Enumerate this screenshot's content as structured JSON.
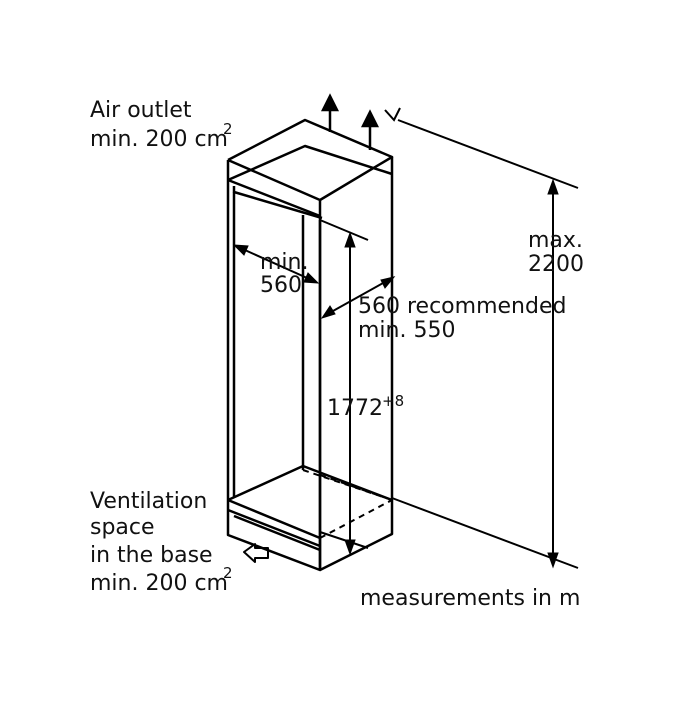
{
  "air_outlet": {
    "line1": "Air outlet",
    "line2": "min. 200 cm",
    "exp": "2"
  },
  "width_min": {
    "line1": "min.",
    "line2": "560"
  },
  "depth": {
    "line1": "560 recommended",
    "line2": "min. 550"
  },
  "niche_height": {
    "value": "1772",
    "exp": "+8"
  },
  "max_height": {
    "line1": "max.",
    "line2": "2200"
  },
  "ventilation": {
    "line1": "Ventilation",
    "line2": "space",
    "line3": "in the base",
    "line4": "min. 200 cm",
    "exp": "2"
  },
  "units": "measurements in m"
}
